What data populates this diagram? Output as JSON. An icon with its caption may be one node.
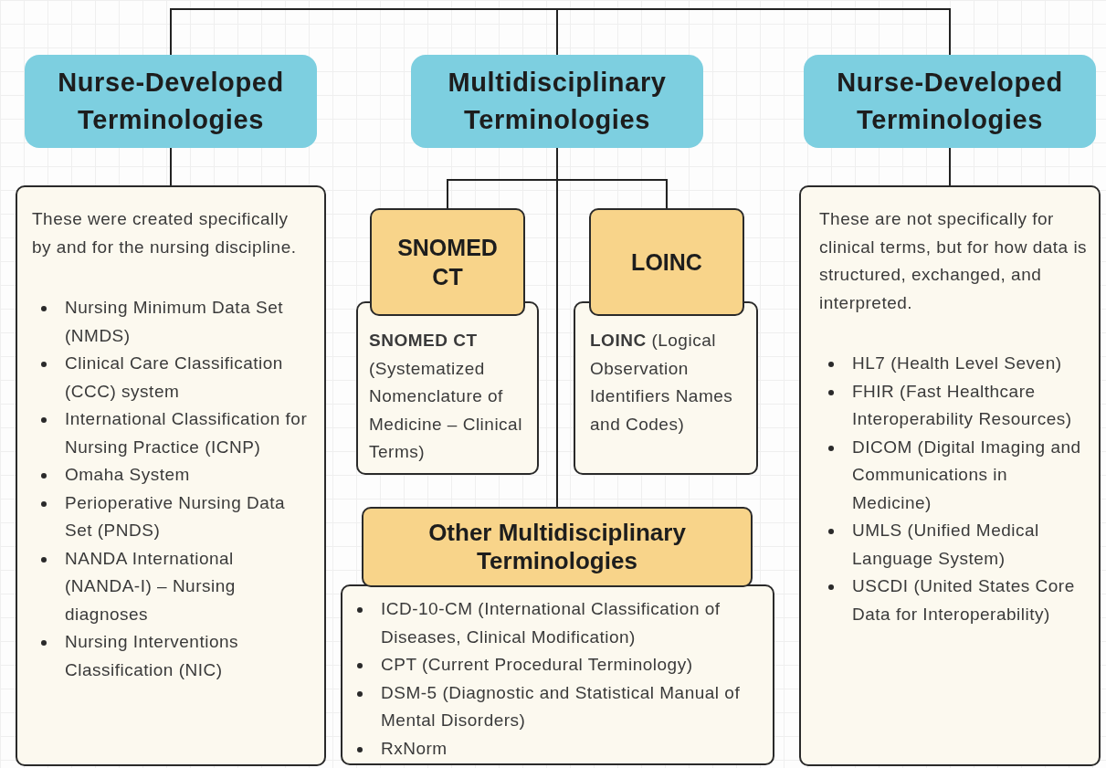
{
  "diagram": {
    "nodes": [
      {
        "text": [
          "Nurse-Developed Terminologies"
        ]
      },
      {
        "text": [
          "Multidisciplinary Terminologies"
        ]
      },
      {
        "text": [
          "Nurse-Developed Terminologies"
        ]
      },
      {
        "text": [
          "These were created specifically by and for the nursing discipline.",
          "Nursing Minimum Data Set (NMDS)",
          "Clinical Care Classification (CCC) system",
          "International Classification for Nursing Practice (ICNP)",
          "Omaha System",
          "Perioperative Nursing Data Set (PNDS)",
          "NANDA International (NANDA-I) – Nursing diagnoses",
          "Nursing Interventions Classification (NIC)"
        ]
      },
      {
        "text": [
          "SNOMED CT"
        ]
      },
      {
        "text": [
          "**SNOMED CT** (Systematized Nomenclature of Medicine – Clinical Terms)"
        ]
      },
      {
        "text": [
          "LOINC"
        ]
      },
      {
        "text": [
          "**LOINC** (Logical Observation Identifiers Names and Codes)"
        ]
      },
      {
        "text": [
          "Other Multidisciplinary Terminologies"
        ]
      },
      {
        "text": [
          "ICD-10-CM (International Classification of Diseases, Clinical Modification)",
          "CPT (Current Procedural Terminology)",
          "DSM-5 (Diagnostic and Statistical Manual of Mental Disorders)",
          "RxNorm"
        ]
      },
      {
        "text": [
          "These are not specifically for clinical terms, but for how data is structured, exchanged, and interpreted.",
          "HL7 (Health Level Seven)",
          "FHIR (Fast Healthcare Interoperability Resources)",
          "DICOM (Digital Imaging and Communications in Medicine)",
          "UMLS (Unified Medical Language System)",
          "USCDI (United States Core Data for Interoperability)"
        ]
      }
    ],
    "edges": [
      {
        "from": 0,
        "to": 1,
        "arrow": "none"
      },
      {
        "from": 1,
        "to": 2,
        "arrow": "none"
      },
      {
        "from": 0,
        "to": 3,
        "arrow": "none"
      },
      {
        "from": 1,
        "to": 4,
        "arrow": "none"
      },
      {
        "from": 1,
        "to": 6,
        "arrow": "none"
      },
      {
        "from": 1,
        "to": 8,
        "arrow": "none"
      },
      {
        "from": 2,
        "to": 10,
        "arrow": "none"
      }
    ]
  }
}
